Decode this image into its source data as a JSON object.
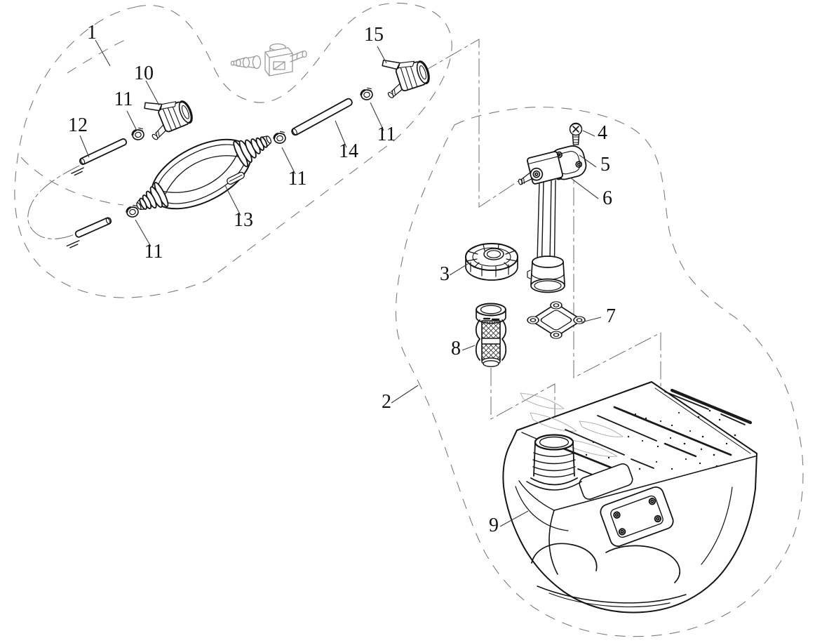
{
  "diagram": {
    "type": "exploded-parts-diagram",
    "subject": "portable fuel tank and fuel line assembly",
    "colors": {
      "line": "#141414",
      "reference_part": "#9a9a9a",
      "group_boundary": "#7d7d7d",
      "background": "#ffffff"
    },
    "callouts": {
      "c1": "1",
      "c2": "2",
      "c3": "3",
      "c4": "4",
      "c5": "5",
      "c6": "6",
      "c7": "7",
      "c8": "8",
      "c9": "9",
      "c10": "10",
      "c11": "11",
      "c12": "12",
      "c13": "13",
      "c14": "14",
      "c15": "15"
    }
  }
}
